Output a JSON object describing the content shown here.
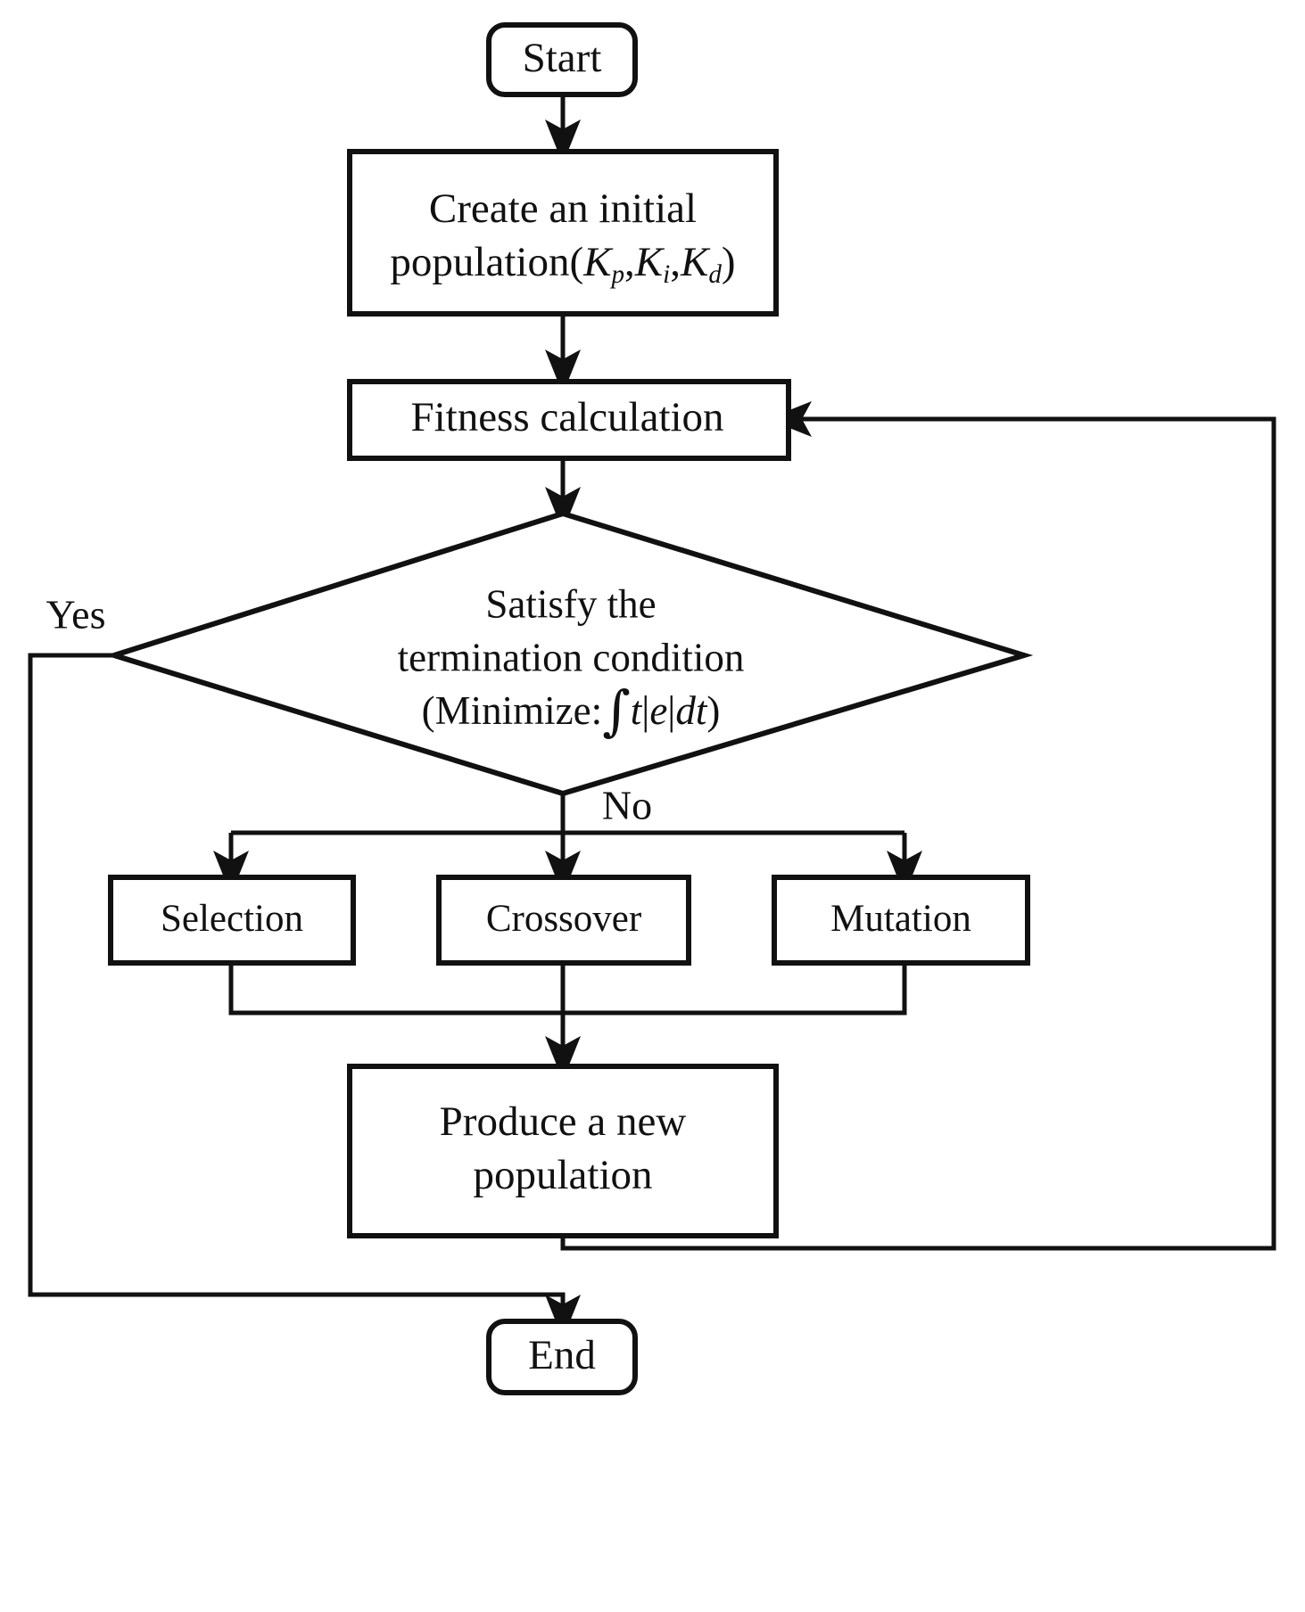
{
  "diagram": {
    "title": "Genetic Algorithm PID tuning flowchart",
    "type": "flowchart",
    "stroke_color": "#111111",
    "fill_color": "#ffffff",
    "background": "#ffffff",
    "nodes": [
      {
        "id": "start",
        "shape": "rounded-rect",
        "label": "Start"
      },
      {
        "id": "init_pop",
        "shape": "rect",
        "label_line1": "Create an initial",
        "label_line2_prefix": "population(",
        "label_line2_k1": "K",
        "label_line2_k1_sub": "p",
        "label_line2_sep1": ",",
        "label_line2_k2": "K",
        "label_line2_k2_sub": "i",
        "label_line2_sep2": ",",
        "label_line2_k3": "K",
        "label_line2_k3_sub": "d",
        "label_line2_suffix": ")"
      },
      {
        "id": "fitness",
        "shape": "rect",
        "label": "Fitness calculation"
      },
      {
        "id": "decision",
        "shape": "diamond",
        "label_line1": "Satisfy the",
        "label_line2": "termination condition",
        "label_line3_prefix": "(Minimize:",
        "label_line3_integral": "∫",
        "label_line3_t": "t",
        "label_line3_bar1": "|",
        "label_line3_e": "e",
        "label_line3_bar2": "|",
        "label_line3_dt": "dt",
        "label_line3_suffix": ")"
      },
      {
        "id": "selection",
        "shape": "rect",
        "label": "Selection"
      },
      {
        "id": "crossover",
        "shape": "rect",
        "label": "Crossover"
      },
      {
        "id": "mutation",
        "shape": "rect",
        "label": "Mutation"
      },
      {
        "id": "new_pop",
        "shape": "rect",
        "label_line1": "Produce a new",
        "label_line2": "population"
      },
      {
        "id": "end",
        "shape": "rounded-rect",
        "label": "End"
      }
    ],
    "edge_labels": [
      {
        "id": "yes",
        "text": "Yes"
      },
      {
        "id": "no",
        "text": "No"
      }
    ],
    "edges": [
      {
        "from": "start",
        "to": "init_pop",
        "label": ""
      },
      {
        "from": "init_pop",
        "to": "fitness",
        "label": ""
      },
      {
        "from": "fitness",
        "to": "decision",
        "label": ""
      },
      {
        "from": "decision",
        "to": "end",
        "label": "Yes"
      },
      {
        "from": "decision",
        "to": "selection",
        "label": "No"
      },
      {
        "from": "decision",
        "to": "crossover",
        "label": "No"
      },
      {
        "from": "decision",
        "to": "mutation",
        "label": "No"
      },
      {
        "from": "selection",
        "to": "new_pop",
        "label": ""
      },
      {
        "from": "crossover",
        "to": "new_pop",
        "label": ""
      },
      {
        "from": "mutation",
        "to": "new_pop",
        "label": ""
      },
      {
        "from": "new_pop",
        "to": "fitness",
        "label": ""
      }
    ]
  }
}
